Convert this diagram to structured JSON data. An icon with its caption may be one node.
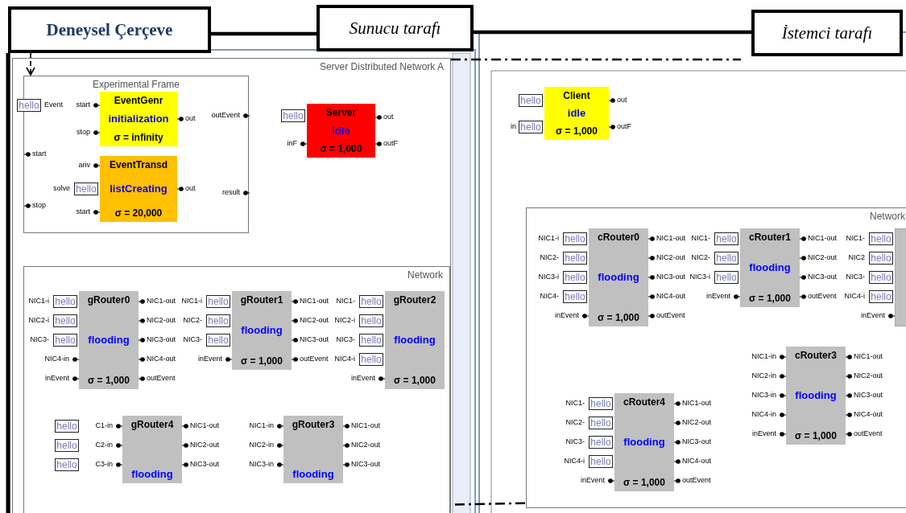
{
  "diagram": {
    "nodes": [
      {
        "text": [
          "Deneysel Çerçeve"
        ]
      },
      {
        "text": [
          "Sunucu tarafı"
        ]
      },
      {
        "text": [
          "İstemci tarafı"
        ]
      },
      {
        "text": [
          "Server Distributed Network A"
        ]
      },
      {
        "text": [
          "Experimental Frame"
        ],
        "in": 3,
        "beside": [
          "start",
          "stop",
          "outEvent",
          "result"
        ]
      },
      {
        "text": [
          "hello"
        ],
        "in": 3,
        "beside": [
          "Event"
        ]
      },
      {
        "text": [
          "EventGenr",
          "initialization",
          "σ = infinity"
        ],
        "in": 4,
        "beside": [
          "start",
          "stop",
          "out"
        ]
      },
      {
        "text": [
          "EventTransd",
          "listCreating",
          "σ = 20,000"
        ],
        "in": 4,
        "beside": [
          "ariv",
          "start",
          "out"
        ]
      },
      {
        "text": [
          "hello"
        ],
        "in": 4,
        "beside": [
          "solve"
        ]
      },
      {
        "text": [
          "Server",
          "idle",
          "σ = 1,000"
        ],
        "in": 3,
        "beside": [
          "inF",
          "out",
          "outF"
        ]
      },
      {
        "text": [
          "hello"
        ],
        "in": 3
      },
      {
        "text": [
          "Network"
        ],
        "in": 3
      },
      {
        "text": [
          "gRouter0",
          "flooding",
          "σ = 1,000"
        ],
        "in": 11,
        "beside": [
          "NIC4-in",
          "inEvent",
          "NIC1-out",
          "NIC2-out",
          "NIC3-out",
          "NIC4-out",
          "outEvent"
        ]
      },
      {
        "text": [
          "hello"
        ],
        "in": 11,
        "beside": [
          "NIC1-i"
        ]
      },
      {
        "text": [
          "hello"
        ],
        "in": 11,
        "beside": [
          "NIC2-i"
        ]
      },
      {
        "text": [
          "hello"
        ],
        "in": 11,
        "beside": [
          "NIC3-"
        ]
      },
      {
        "text": [
          "gRouter1",
          "flooding",
          "σ = 1,000"
        ],
        "in": 11,
        "beside": [
          "inEvent",
          "NIC1-out",
          "NIC2-out",
          "NIC3-out",
          "outEvent"
        ]
      },
      {
        "text": [
          "hello"
        ],
        "in": 11,
        "beside": [
          "NIC1-i"
        ]
      },
      {
        "text": [
          "hello"
        ],
        "in": 11,
        "beside": [
          "NIC2-"
        ]
      },
      {
        "text": [
          "hello"
        ],
        "in": 11,
        "beside": [
          "NIC3-"
        ]
      },
      {
        "text": [
          "gRouter2",
          "flooding",
          "σ = 1,000"
        ],
        "in": 11,
        "beside": [
          "inEvent"
        ]
      },
      {
        "text": [
          "hello"
        ],
        "in": 11,
        "beside": [
          "NIC1-"
        ]
      },
      {
        "text": [
          "hello"
        ],
        "in": 11,
        "beside": [
          "NIC2-i"
        ]
      },
      {
        "text": [
          "hello"
        ],
        "in": 11,
        "beside": [
          "NIC3-"
        ]
      },
      {
        "text": [
          "hello"
        ],
        "in": 11,
        "beside": [
          "NIC4-i"
        ]
      },
      {
        "text": [
          "gRouter4",
          "flooding"
        ],
        "in": 11,
        "beside": [
          "C1-in",
          "C2-in",
          "C3-in",
          "NIC1-out",
          "NIC2-out",
          "NIC3-out"
        ]
      },
      {
        "text": [
          "hello"
        ],
        "in": 11
      },
      {
        "text": [
          "hello"
        ],
        "in": 11
      },
      {
        "text": [
          "hello"
        ],
        "in": 11
      },
      {
        "text": [
          "gRouter3",
          "flooding"
        ],
        "in": 11,
        "beside": [
          "NIC1-in",
          "NIC2-in",
          "NIC3-in",
          "NIC1-out",
          "NIC2-out",
          "NIC3-out"
        ]
      },
      {
        "text": [
          "Client",
          "idle",
          "σ = 1,000"
        ],
        "beside": [
          "out",
          "outF"
        ]
      },
      {
        "text": [
          "hello"
        ]
      },
      {
        "text": [
          "hello"
        ],
        "beside": [
          "in"
        ]
      },
      {
        "text": [
          "Network"
        ]
      },
      {
        "text": [
          "cRouter0",
          "flooding",
          "σ = 1,000"
        ],
        "in": 33,
        "beside": [
          "inEvent",
          "NIC1-out",
          "NIC2-out",
          "NIC3-out",
          "NIC4-out",
          "outEvent"
        ]
      },
      {
        "text": [
          "hello"
        ],
        "in": 33,
        "beside": [
          "NIC1-i"
        ]
      },
      {
        "text": [
          "hello"
        ],
        "in": 33,
        "beside": [
          "NIC2-"
        ]
      },
      {
        "text": [
          "hello"
        ],
        "in": 33,
        "beside": [
          "NIC3-i"
        ]
      },
      {
        "text": [
          "hello"
        ],
        "in": 33,
        "beside": [
          "NIC4-"
        ]
      },
      {
        "text": [
          "cRouter1",
          "flooding",
          "σ = 1,000"
        ],
        "in": 33,
        "beside": [
          "inEvent",
          "NIC1-out",
          "NIC2-out",
          "NIC3-out",
          "outEvent"
        ]
      },
      {
        "text": [
          "hello"
        ],
        "in": 33,
        "beside": [
          "NIC1-"
        ]
      },
      {
        "text": [
          "hello"
        ],
        "in": 33,
        "beside": [
          "NIC2-"
        ]
      },
      {
        "text": [
          "hello"
        ],
        "in": 33,
        "beside": [
          "NIC3-i"
        ]
      },
      {
        "text": [],
        "shape": "box",
        "in": 33,
        "beside": [
          "inEvent"
        ]
      },
      {
        "text": [
          "hello"
        ],
        "in": 33,
        "beside": [
          "NIC1-"
        ]
      },
      {
        "text": [
          "hello"
        ],
        "in": 33,
        "beside": [
          "NIC2"
        ]
      },
      {
        "text": [
          "hello"
        ],
        "in": 33,
        "beside": [
          "NIC3-"
        ]
      },
      {
        "text": [
          "hello"
        ],
        "in": 33,
        "beside": [
          "NIC4-i"
        ]
      },
      {
        "text": [
          "cRouter3",
          "flooding",
          "σ = 1,000"
        ],
        "in": 33,
        "beside": [
          "NIC1-in",
          "NIC2-in",
          "NIC3-in",
          "NIC4-in",
          "inEvent",
          "NIC1-out",
          "NIC2-out",
          "NIC3-out",
          "NIC4-out",
          "outEvent"
        ]
      },
      {
        "text": [
          "cRouter4",
          "flooding",
          "σ = 1,000"
        ],
        "in": 33,
        "beside": [
          "inEvent",
          "NIC1-out",
          "NIC2-out",
          "NIC3-out",
          "NIC4-out",
          "outEvent"
        ]
      },
      {
        "text": [
          "hello"
        ],
        "in": 33,
        "beside": [
          "NIC1-"
        ]
      },
      {
        "text": [
          "hello"
        ],
        "in": 33,
        "beside": [
          "NIC2-"
        ]
      },
      {
        "text": [
          "hello"
        ],
        "in": 33,
        "beside": [
          "NIC3-"
        ]
      },
      {
        "text": [
          "hello"
        ],
        "in": 33,
        "beside": [
          "NIC4-i"
        ]
      }
    ],
    "edges": [
      {
        "from": 0,
        "to": 4,
        "arrow": "to",
        "style": "dashed"
      },
      {
        "from": 0,
        "to": 1,
        "arrow": "none"
      },
      {
        "from": 1,
        "to": 2,
        "arrow": "none"
      }
    ]
  }
}
